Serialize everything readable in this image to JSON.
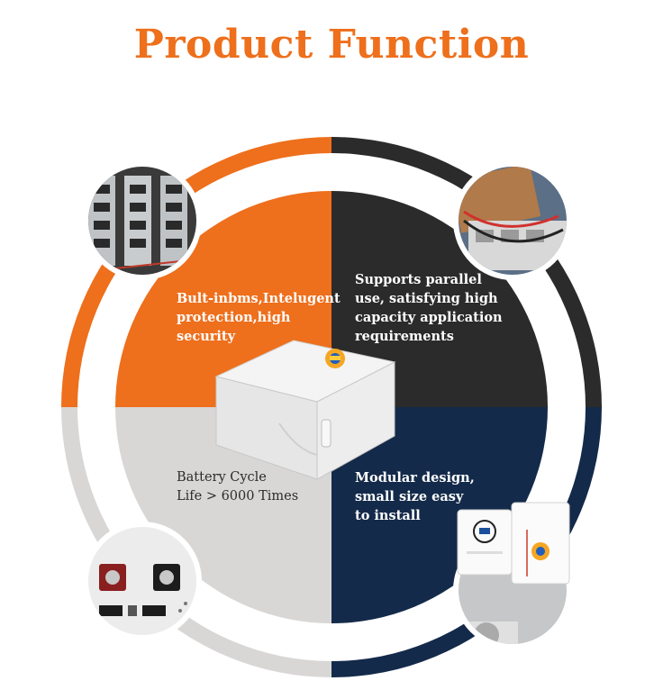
{
  "header": {
    "title": "Product Function"
  },
  "colors": {
    "accent_orange": "#ee6f1c",
    "dark_grey": "#2b2b2b",
    "light_grey": "#d9d6d6",
    "navy": "#142a4a",
    "white": "#ffffff"
  },
  "quadrants": [
    {
      "name": "protection",
      "text": "Bult-inbms,Intelugent\nprotection,high\nsecurity",
      "color": "#ee6f1c"
    },
    {
      "name": "parallel",
      "text": "Supports parallel\nuse, satisfying high\ncapacity application\nrequirements",
      "color": "#2b2b2b"
    },
    {
      "name": "cycle-life",
      "text": "Battery Cycle\nLife > 6000 Times",
      "color": "#d9d6d6"
    },
    {
      "name": "modular",
      "text": "Modular design,\nsmall size easy\nto install",
      "color": "#142a4a"
    }
  ],
  "photos": [
    {
      "name": "battery-cells-photo",
      "icon": "battery-cells-icon"
    },
    {
      "name": "parallel-connection-photo",
      "icon": "cable-connection-icon"
    },
    {
      "name": "terminals-photo",
      "icon": "terminal-icon"
    },
    {
      "name": "installation-photo",
      "icon": "wall-mount-icon"
    }
  ]
}
